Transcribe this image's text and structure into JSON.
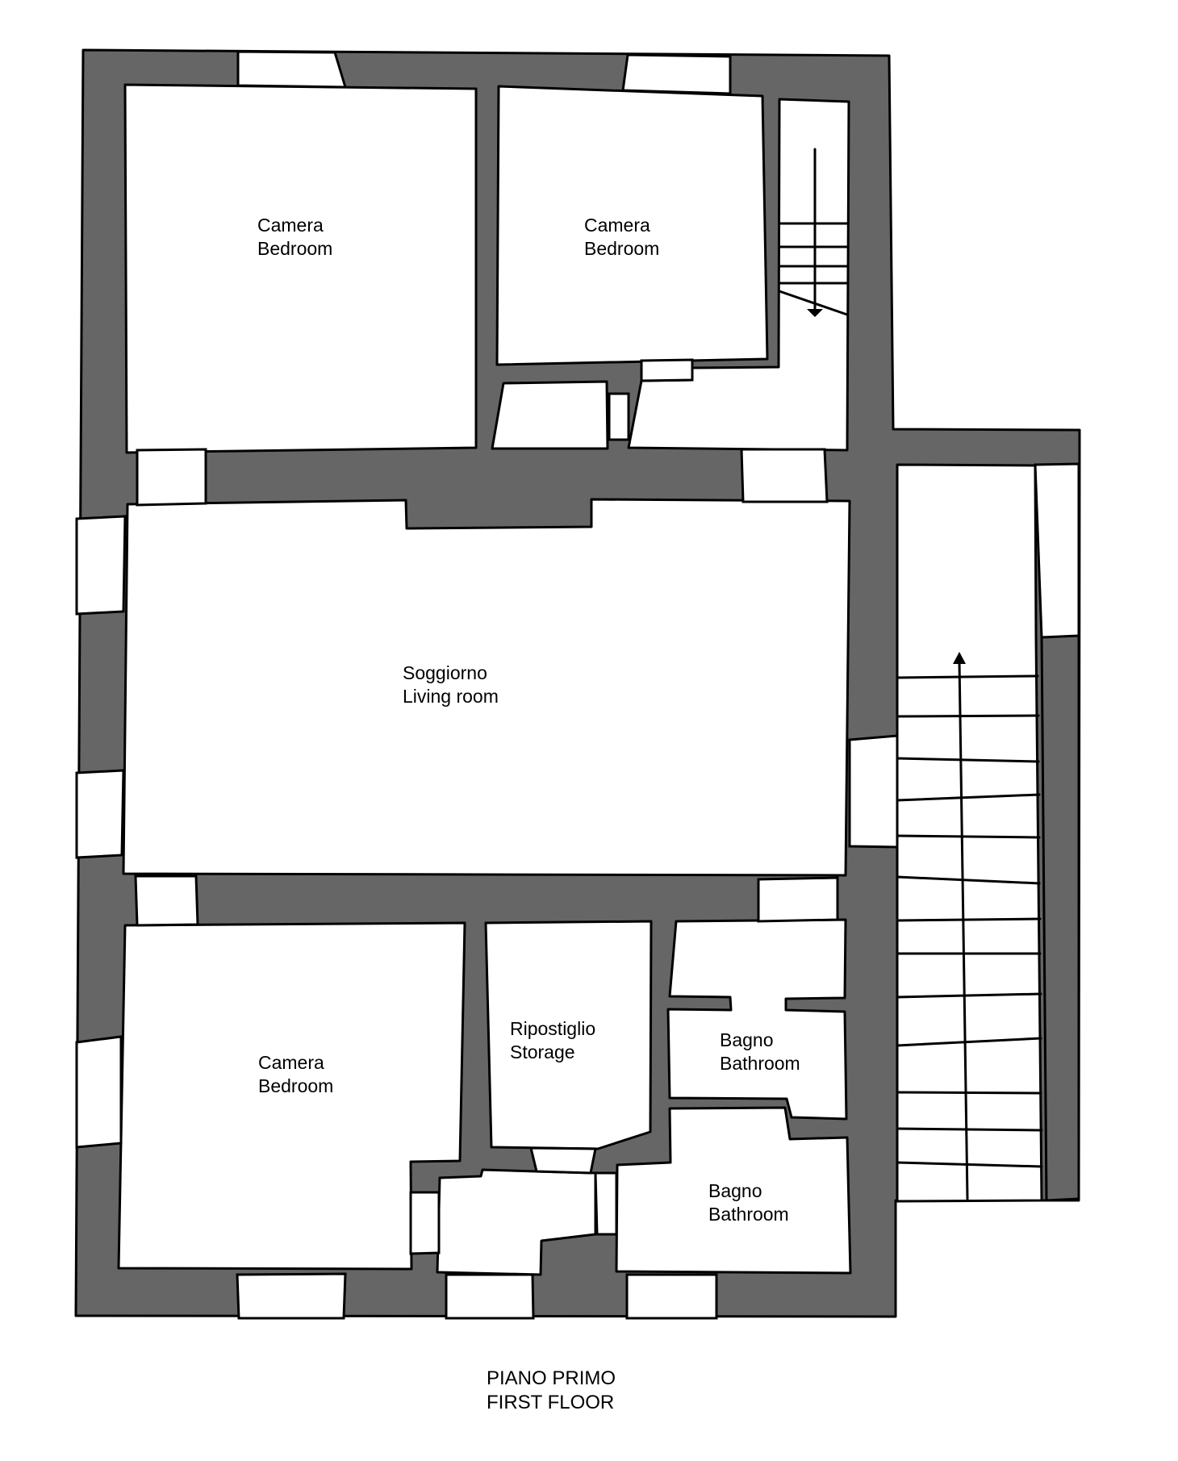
{
  "rooms": {
    "bedroom_top_left": {
      "it": "Camera",
      "en": "Bedroom"
    },
    "bedroom_top_right": {
      "it": "Camera",
      "en": "Bedroom"
    },
    "living_room": {
      "it": "Soggiorno",
      "en": "Living room"
    },
    "bedroom_bottom_left": {
      "it": "Camera",
      "en": "Bedroom"
    },
    "storage": {
      "it": "Ripostiglio",
      "en": "Storage"
    },
    "bathroom_upper": {
      "it": "Bagno",
      "en": "Bathroom"
    },
    "bathroom_lower": {
      "it": "Bagno",
      "en": "Bathroom"
    }
  },
  "floor_title": {
    "it": "PIANO PRIMO",
    "en": "FIRST FLOOR"
  },
  "colors": {
    "wall": "#666666",
    "room": "#ffffff",
    "line": "#000000"
  }
}
